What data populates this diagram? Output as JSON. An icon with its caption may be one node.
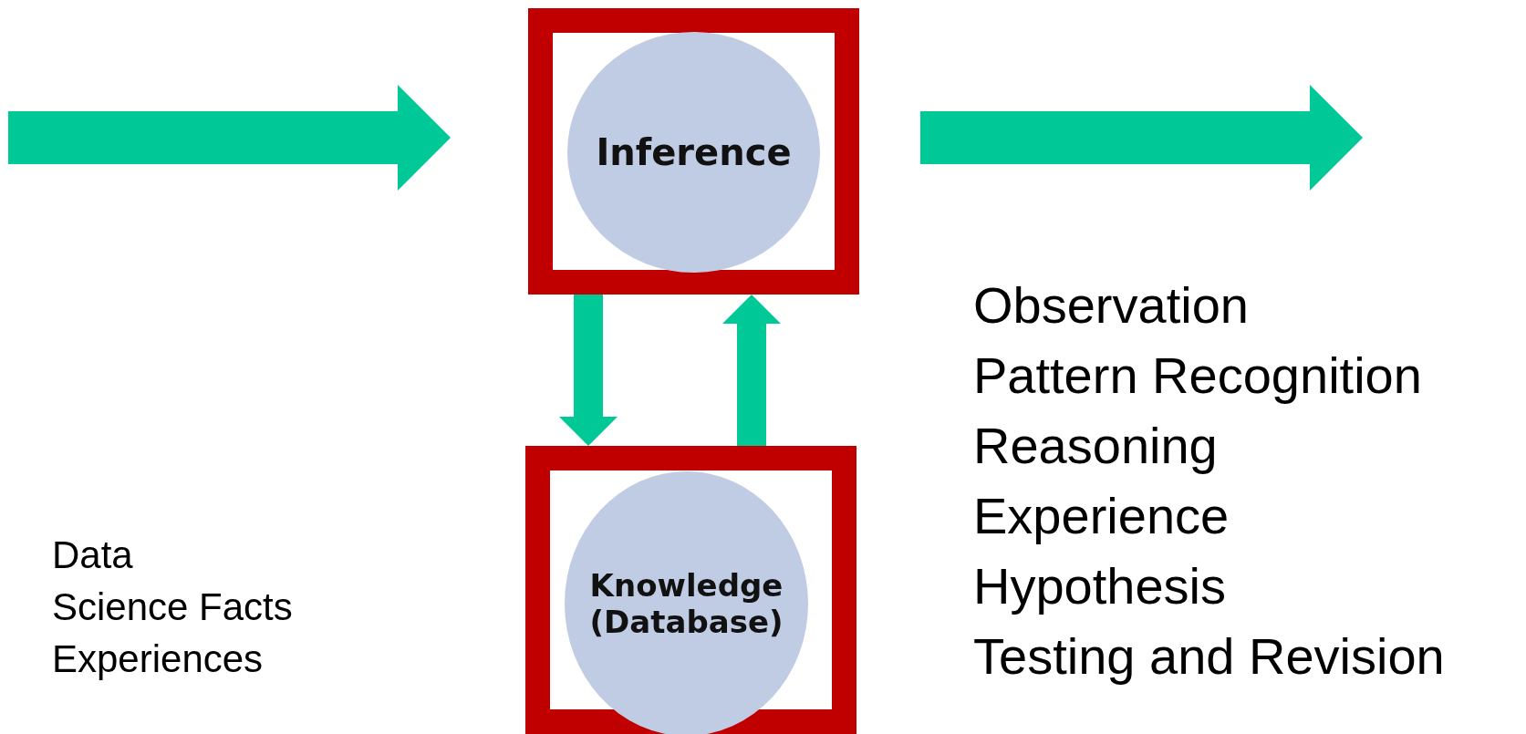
{
  "diagram": {
    "nodes": [
      {
        "text": [],
        "shape": "box"
      },
      {
        "text": [
          "Inference"
        ],
        "in": 0
      },
      {
        "text": [],
        "shape": "box"
      },
      {
        "text": [
          "Knowledge (Database)"
        ],
        "in": 2
      }
    ],
    "edges": [
      {
        "from": null,
        "to": 0,
        "arrow": "to",
        "style": "thick"
      },
      {
        "from": 0,
        "to": null,
        "arrow": "to",
        "style": "thick"
      },
      {
        "from": 0,
        "to": 2,
        "arrow": "to"
      },
      {
        "from": 2,
        "to": 0,
        "arrow": "to"
      }
    ],
    "labels": [
      "Observation",
      "Pattern Recognition",
      "Reasoning",
      "Experience",
      "Hypothesis",
      "Testing and Revision",
      "Data",
      "Science Facts",
      "Experiences"
    ]
  }
}
